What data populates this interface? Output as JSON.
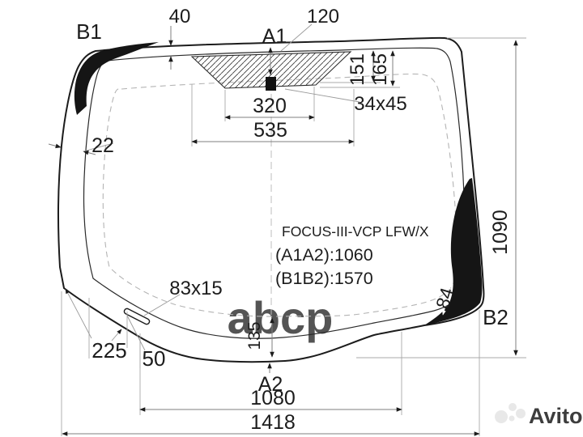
{
  "part": {
    "code": "FOCUS-III-VCP LFW/X",
    "a1a2": "(A1A2):1060",
    "b1b2": "(B1B2):1570"
  },
  "labels": {
    "b1": "B1",
    "a1": "A1",
    "a2": "A2",
    "b2": "B2"
  },
  "dims": {
    "d40": "40",
    "d120": "120",
    "d151": "151",
    "d165": "165",
    "d34x45": "34x45",
    "d320": "320",
    "d535": "535",
    "d22": "22",
    "d1090": "1090",
    "d83x15": "83x15",
    "d84": "84",
    "d225": "225",
    "d50": "50",
    "d135": "135",
    "d1080": "1080",
    "d1418": "1418"
  },
  "watermarks": {
    "center": "abcp",
    "corner": "Avito"
  },
  "colors": {
    "line": "#1c1c1c",
    "band": "#151515",
    "dim_gray": "#7f7f7f",
    "watermark_gray": "#d9d9d9"
  }
}
